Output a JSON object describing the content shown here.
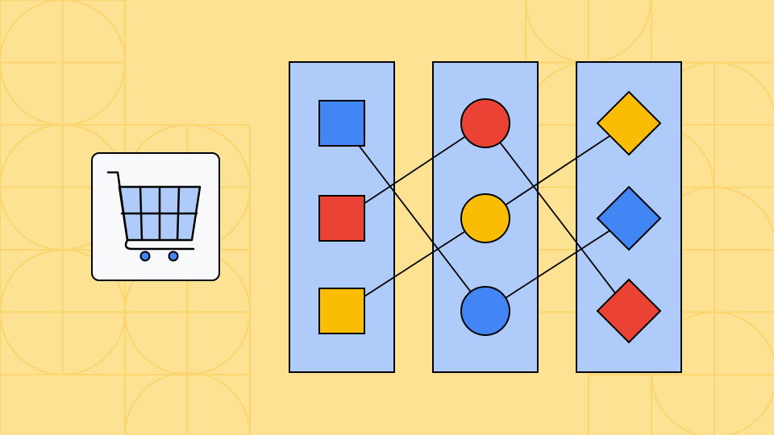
{
  "colors": {
    "background": "#FDE293",
    "pattern_line": "#FBD56E",
    "column_fill": "#AECBFA",
    "card_fill": "#F8F9FB",
    "cart_fill": "#AECBFA",
    "cart_wheels": "#4285F4",
    "outline": "#000000",
    "blue": "#4285F4",
    "red": "#EA4335",
    "yellow": "#FBBC04"
  },
  "icons": {
    "card": "shopping-cart-icon"
  },
  "diagram": {
    "columns": [
      {
        "shape": "square",
        "items": [
          {
            "color": "blue"
          },
          {
            "color": "red"
          },
          {
            "color": "yellow"
          }
        ]
      },
      {
        "shape": "circle",
        "items": [
          {
            "color": "red"
          },
          {
            "color": "yellow"
          },
          {
            "color": "blue"
          }
        ]
      },
      {
        "shape": "diamond",
        "items": [
          {
            "color": "yellow"
          },
          {
            "color": "blue"
          },
          {
            "color": "red"
          }
        ]
      }
    ],
    "connections": [
      {
        "from": [
          0,
          0
        ],
        "to": [
          1,
          2
        ]
      },
      {
        "from": [
          0,
          1
        ],
        "to": [
          1,
          0
        ]
      },
      {
        "from": [
          0,
          2
        ],
        "to": [
          1,
          1
        ]
      },
      {
        "from": [
          1,
          0
        ],
        "to": [
          2,
          2
        ]
      },
      {
        "from": [
          1,
          1
        ],
        "to": [
          2,
          0
        ]
      },
      {
        "from": [
          1,
          2
        ],
        "to": [
          2,
          1
        ]
      }
    ]
  }
}
